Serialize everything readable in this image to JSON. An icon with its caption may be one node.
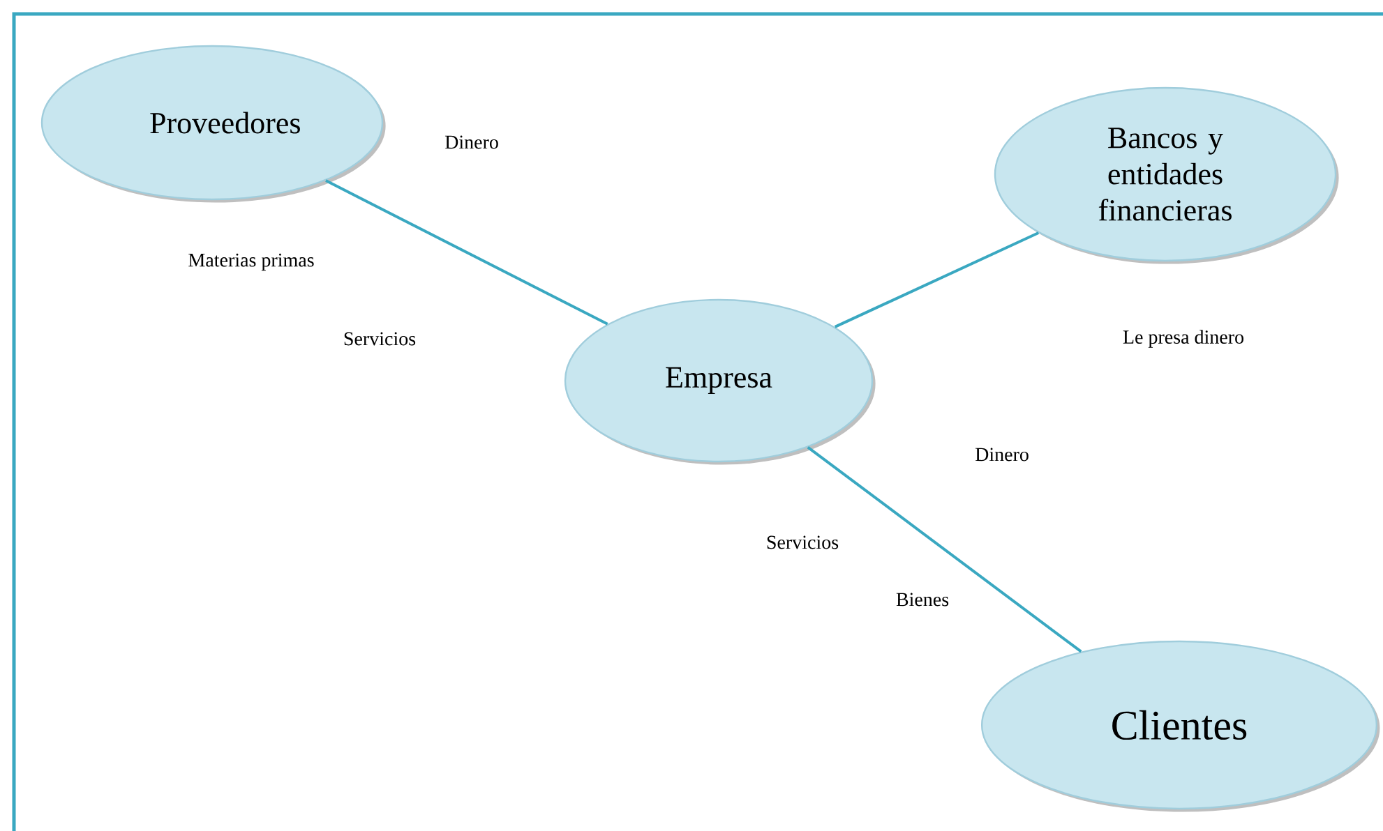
{
  "diagram": {
    "nodes": [
      {
        "text": [
          "Proveedores"
        ]
      },
      {
        "text": [
          "Bancos y entidades financieras"
        ]
      },
      {
        "text": [
          "Empresa"
        ]
      },
      {
        "text": [
          "Clientes"
        ]
      }
    ],
    "edges": [
      {
        "from": 0,
        "to": 2,
        "arrow": "none"
      },
      {
        "from": 2,
        "to": 1,
        "arrow": "none"
      },
      {
        "from": 2,
        "to": 3,
        "arrow": "none"
      }
    ],
    "labels": [
      "Dinero",
      "Materias primas",
      "Servicios",
      "Le presa dinero",
      "Dinero",
      "Servicios",
      "Bienes"
    ]
  }
}
